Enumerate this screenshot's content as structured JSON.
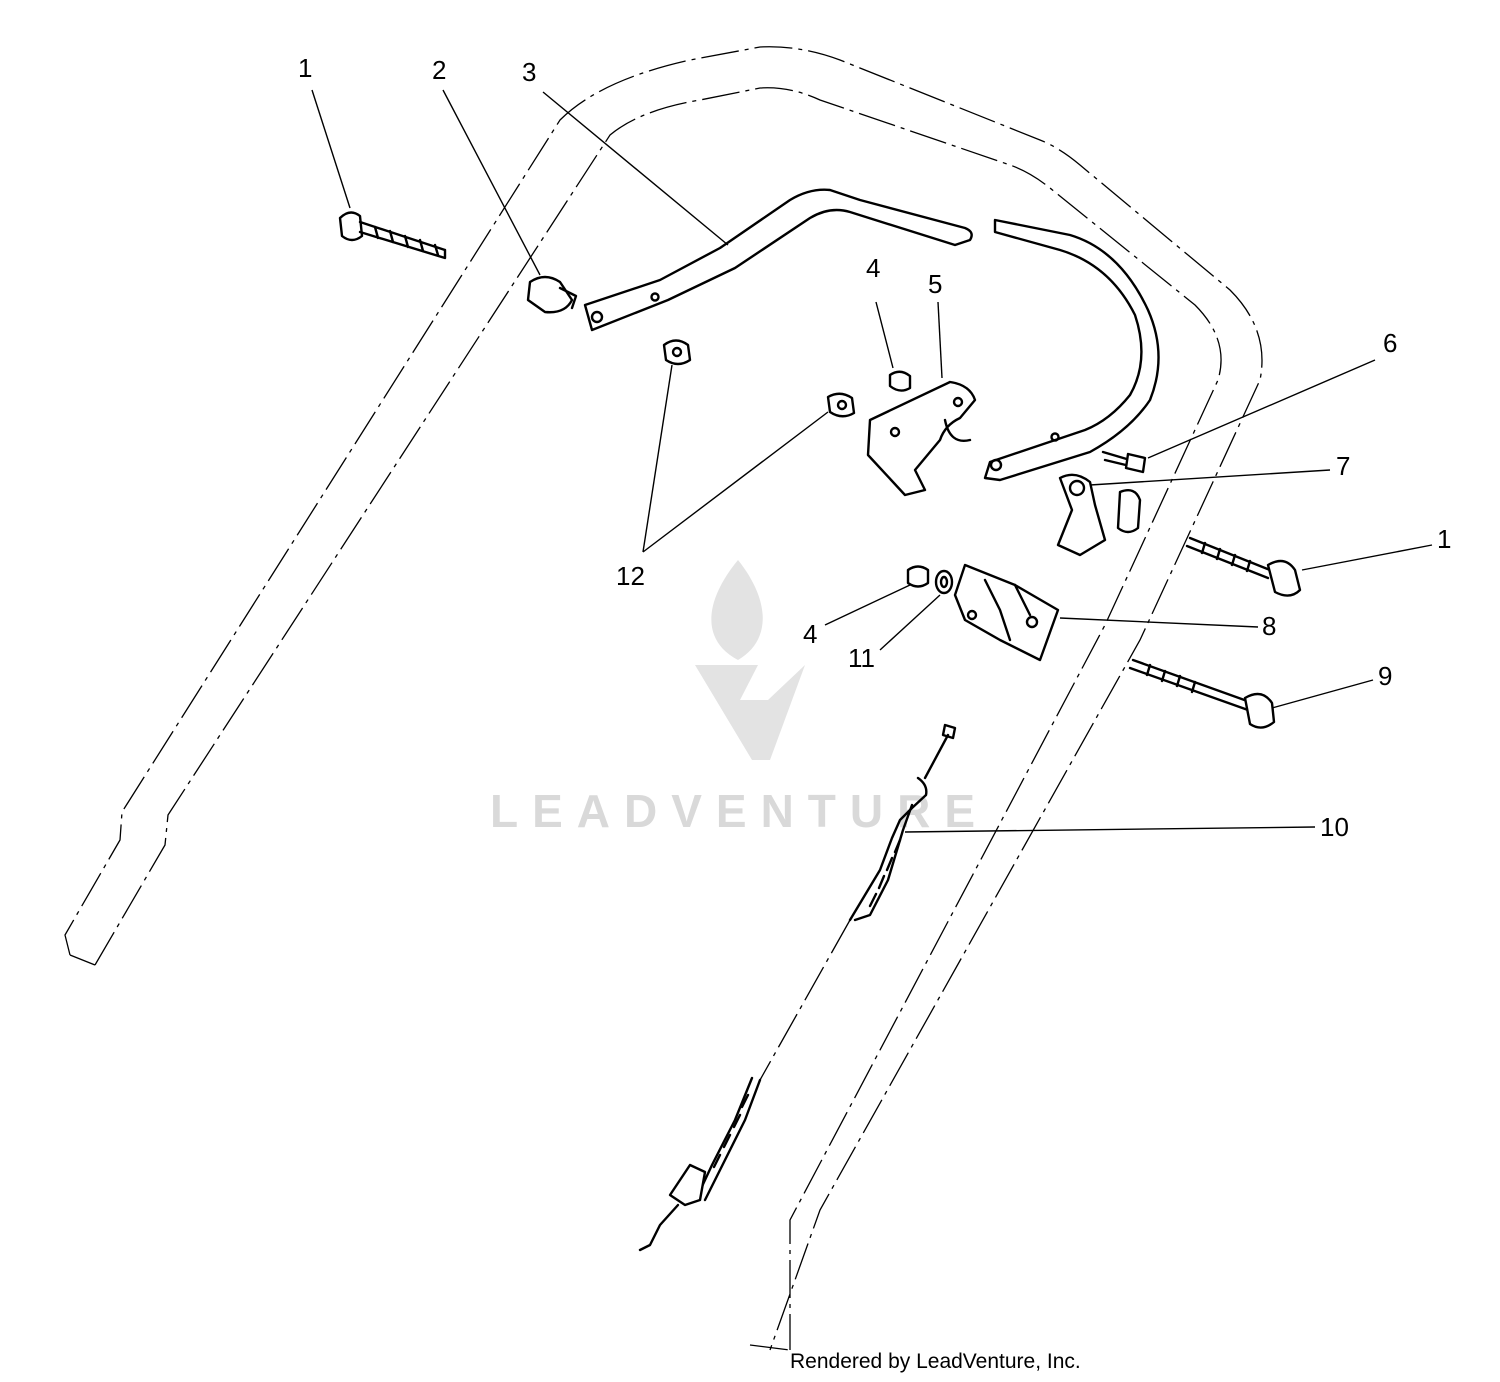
{
  "callouts": [
    {
      "id": "c1a",
      "label": "1"
    },
    {
      "id": "c2",
      "label": "2"
    },
    {
      "id": "c3",
      "label": "3"
    },
    {
      "id": "c4a",
      "label": "4"
    },
    {
      "id": "c5",
      "label": "5"
    },
    {
      "id": "c6",
      "label": "6"
    },
    {
      "id": "c7",
      "label": "7"
    },
    {
      "id": "c1b",
      "label": "1"
    },
    {
      "id": "c12",
      "label": "12"
    },
    {
      "id": "c4b",
      "label": "4"
    },
    {
      "id": "c11",
      "label": "11"
    },
    {
      "id": "c8",
      "label": "8"
    },
    {
      "id": "c9",
      "label": "9"
    },
    {
      "id": "c10",
      "label": "10"
    }
  ],
  "watermark": {
    "text": "LEADVENTURE"
  },
  "credit": {
    "text": "Rendered by LeadVenture, Inc."
  },
  "colors": {
    "line": "#000000",
    "background": "#ffffff",
    "watermark": "#d9d9d9"
  }
}
